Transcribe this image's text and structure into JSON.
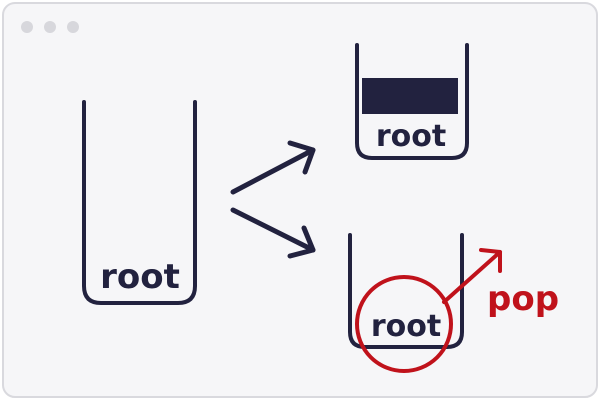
{
  "window": {
    "controls": [
      "dot-1",
      "dot-2",
      "dot-3"
    ]
  },
  "stacks": {
    "initial": {
      "label": "root"
    },
    "push_result": {
      "label": "root",
      "pushed_item": "filled-block"
    },
    "pop_result": {
      "label": "root"
    }
  },
  "annotation": {
    "pop_label": "pop"
  },
  "colors": {
    "window_bg": "#f6f6f8",
    "window_border": "#d9d9de",
    "control_dot": "#d7d7dc",
    "ink": "#22223f",
    "accent": "#c0121b"
  },
  "icons": {
    "arrow": "arrow-icon",
    "pop_arrow": "arrow-up-right-icon",
    "highlight": "circle-highlight-icon"
  }
}
